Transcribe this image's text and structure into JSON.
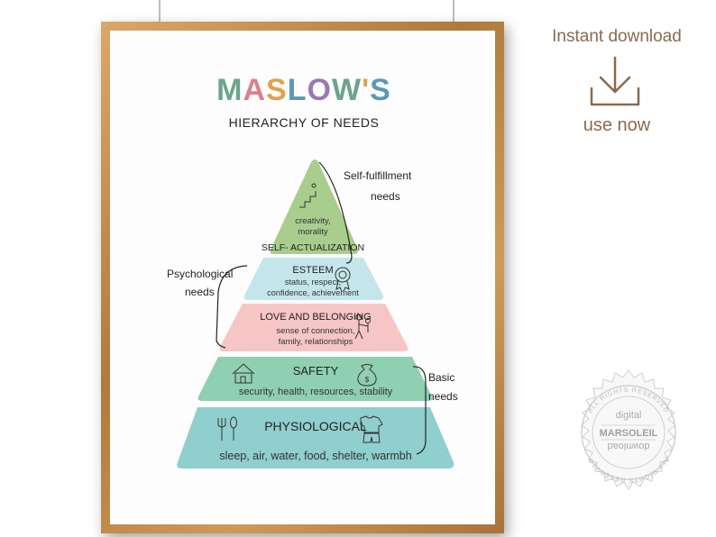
{
  "title": "MASLOW'S",
  "subtitle": "HIERARCHY OF NEEDS",
  "title_colors": [
    "#6aa58c",
    "#d9828a",
    "#e0a34b",
    "#5b9ab6",
    "#9a78b4",
    "#6aa58c",
    "#e0a34b",
    "#5b9ab6"
  ],
  "levels": [
    {
      "name": "SELF- ACTUALIZATION",
      "desc1": "creativity,",
      "desc2": "morality",
      "color": "#a9cd8c",
      "icon": "stairs-icon"
    },
    {
      "name": "ESTEEM",
      "desc1": "status, respect,",
      "desc2": "confidence, achievement",
      "color": "#c4e6ea",
      "icon": "medal-icon"
    },
    {
      "name": "LOVE AND BELONGING",
      "desc1": "sense of connection,",
      "desc2": "family, relationships",
      "color": "#f6c6c6",
      "icon": "family-icon"
    },
    {
      "name": "SAFETY",
      "desc1": "security, health, resources, stability",
      "color": "#8fcfb2",
      "icon": "house-icon"
    },
    {
      "name": "PHYSIOLOGICAL",
      "desc1": "sleep, air, water, food, shelter, warmbh",
      "color": "#8fcfcd",
      "icon": "cutlery-icon"
    }
  ],
  "annotations": {
    "self_fulfillment_1": "Self-fulfillment",
    "self_fulfillment_2": "needs",
    "psychological_1": "Psychological",
    "psychological_2": "needs",
    "basic_1": "Basic",
    "basic_2": "needs"
  },
  "promo": {
    "instant": "Instant download",
    "use_now": "use now",
    "accent": "#8a6a4c"
  },
  "seal": {
    "top": "ALL RIGHTS RESERVED",
    "digital": "digital",
    "brand": "MARSOLEIL",
    "download": "download",
    "bottom": "ALL RIGHTS RESERVED"
  }
}
